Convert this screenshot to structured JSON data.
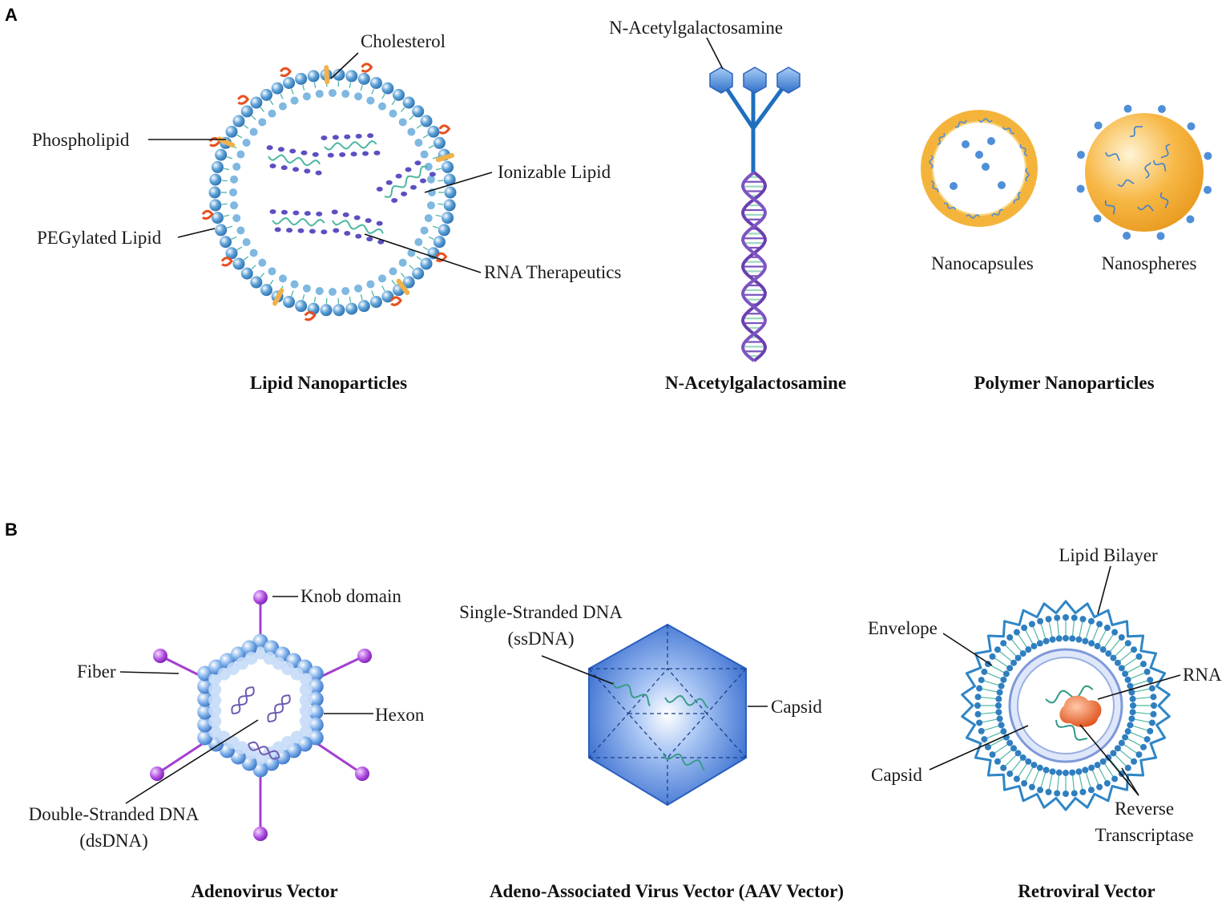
{
  "panels": {
    "a": "A",
    "b": "B"
  },
  "lnp": {
    "title": "Lipid Nanoparticles",
    "cholesterol": "Cholesterol",
    "phospholipid": "Phospholipid",
    "ionizable_lipid": "Ionizable Lipid",
    "pegylated_lipid": "PEGylated Lipid",
    "rna_therapeutics": "RNA Therapeutics"
  },
  "galnac": {
    "title": "N-Acetylgalactosamine",
    "label": "N-Acetylgalactosamine"
  },
  "polymer": {
    "title": "Polymer Nanoparticles",
    "nanocapsules": "Nanocapsules",
    "nanospheres": "Nanospheres"
  },
  "adenovirus": {
    "title": "Adenovirus Vector",
    "knob_domain": "Knob domain",
    "fiber": "Fiber",
    "hexon": "Hexon",
    "dsdna_line1": "Double-Stranded DNA",
    "dsdna_line2": "(dsDNA)"
  },
  "aav": {
    "title": "Adeno-Associated Virus Vector (AAV Vector)",
    "ssdna_line1": "Single-Stranded DNA",
    "ssdna_line2": "(ssDNA)",
    "capsid": "Capsid"
  },
  "retro": {
    "title": "Retroviral Vector",
    "lipid_bilayer": "Lipid Bilayer",
    "envelope": "Envelope",
    "rna": "RNA",
    "capsid": "Capsid",
    "rt_line1": "Reverse",
    "rt_line2": "Transcriptase"
  },
  "colors": {
    "lipid_blue": "#4b8fc9",
    "tail_teal": "#4fb7a3",
    "peg_red": "#e8501f",
    "cholesterol_orange": "#f0b24a",
    "rna_purple": "#5b4fc2",
    "polymer_gold": "#f4b43c",
    "virus_purple": "#a43fd0",
    "aav_blue": "#3a74d6",
    "retro_blue": "#2f86c6",
    "rt_orange": "#e9692b"
  }
}
